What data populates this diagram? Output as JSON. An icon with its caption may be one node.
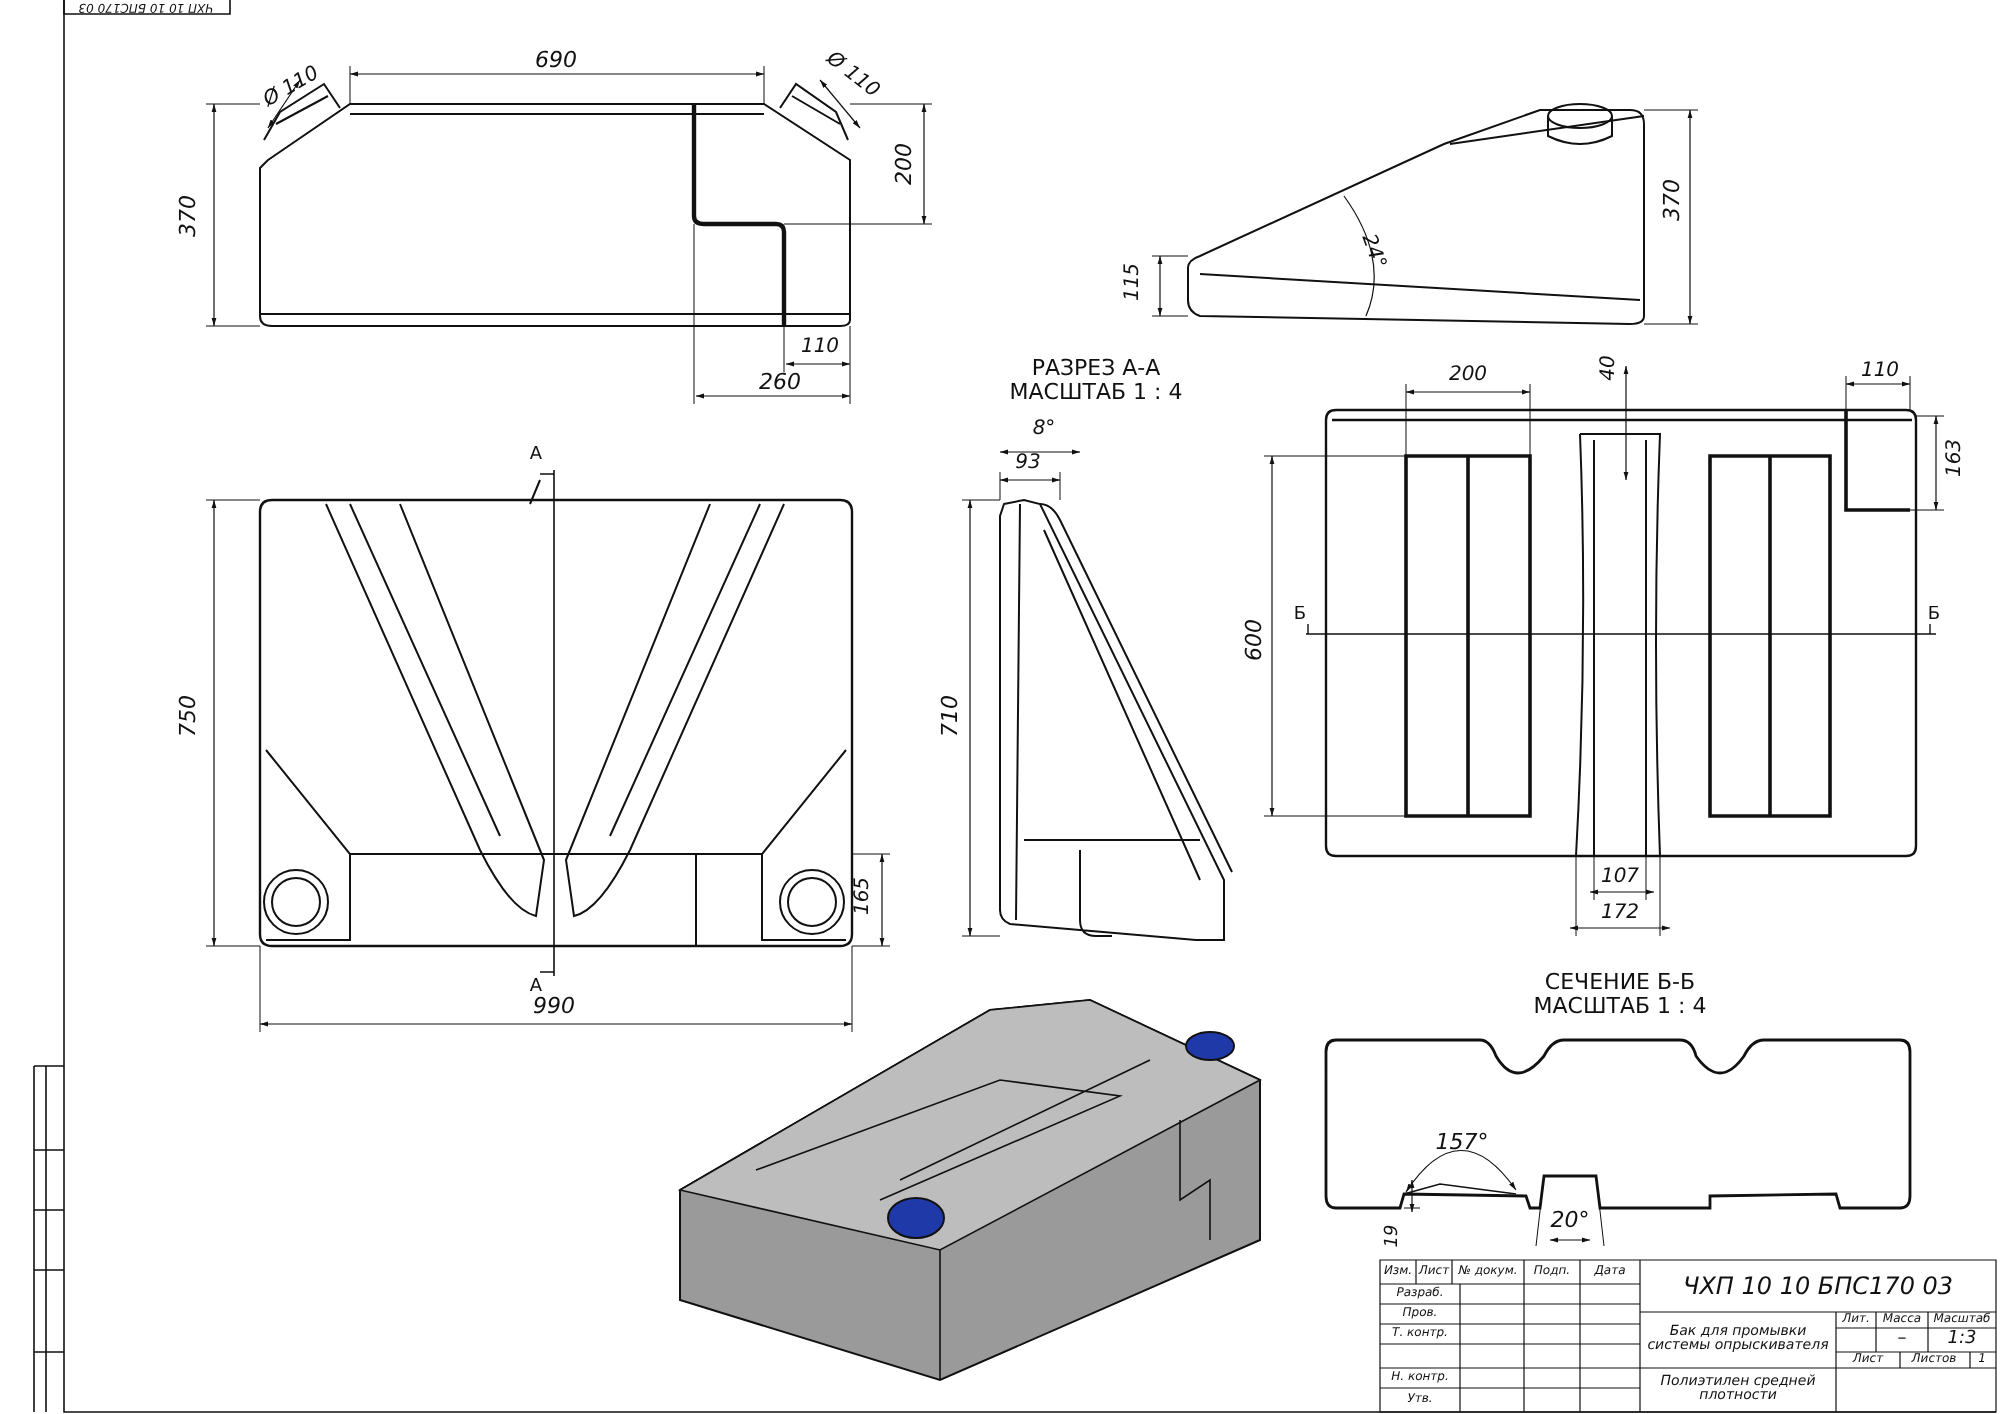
{
  "diagram": {
    "labels": [
      "ЧХП 10 10 БПС170 03",
      "Ø 110",
      "690",
      "Ø 110",
      "370",
      "200",
      "110",
      "260",
      "370",
      "115",
      "24°",
      "РАЗРЕЗ А-А",
      "МАСШТАБ 1 : 4",
      "8°",
      "93",
      "710",
      "А",
      "А",
      "750",
      "165",
      "990",
      "200",
      "40",
      "110",
      "163",
      "600",
      "Б",
      "Б",
      "107",
      "172",
      "СЕЧЕНИЕ Б-Б",
      "МАСШТАБ 1 : 4",
      "157°",
      "20°",
      "19",
      "ЧХП 10 10 БПС170 03",
      "Изм.",
      "Лист",
      "№ докум.",
      "Подп.",
      "Дата",
      "Разраб.",
      "Пров.",
      "Т. контр.",
      "Н. контр.",
      "Утв.",
      "Бак для промывки системы опрыскивателя",
      "Лит.",
      "Масса",
      "Масштаб",
      "–",
      "1:3",
      "Лист",
      "Листов",
      "1",
      "Полиэтилен средней плотности"
    ]
  }
}
